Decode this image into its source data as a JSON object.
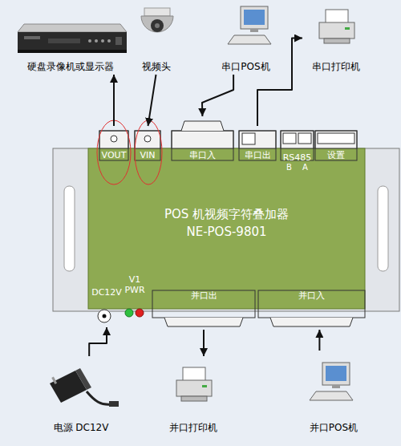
{
  "diagram": {
    "nodes": [
      {
        "text": [
          "硬盘录像机或显示器"
        ]
      },
      {
        "text": [
          "视频头"
        ]
      },
      {
        "text": [
          "串口POS机"
        ]
      },
      {
        "text": [
          "串口打印机"
        ]
      },
      {
        "text": [
          "POS 机视频字符叠加器",
          "NE-POS-9801"
        ]
      },
      {
        "text": [
          "VOUT"
        ],
        "in": 4
      },
      {
        "text": [
          "VIN"
        ],
        "in": 4
      },
      {
        "text": [
          "串口入"
        ],
        "in": 4
      },
      {
        "text": [
          "串口出"
        ],
        "in": 4
      },
      {
        "text": [
          "RS485",
          "B A"
        ],
        "in": 4
      },
      {
        "text": [
          "设置"
        ],
        "in": 4
      },
      {
        "text": [
          "DC12V"
        ],
        "in": 4
      },
      {
        "text": [
          "V1 PWR"
        ],
        "in": 4
      },
      {
        "text": [
          "并口出"
        ],
        "in": 4
      },
      {
        "text": [
          "并口入"
        ],
        "in": 4
      },
      {
        "text": [
          "电源 DC12V"
        ]
      },
      {
        "text": [
          "并口打印机"
        ]
      },
      {
        "text": [
          "并口POS机"
        ]
      }
    ],
    "edges": [
      {
        "from": 5,
        "to": 0,
        "arrow": "to"
      },
      {
        "from": 1,
        "to": 6,
        "arrow": "to"
      },
      {
        "from": 2,
        "to": 7,
        "arrow": "to"
      },
      {
        "from": 8,
        "to": 3,
        "arrow": "to"
      },
      {
        "from": 15,
        "to": 11,
        "arrow": "to"
      },
      {
        "from": 13,
        "to": 16,
        "arrow": "to"
      },
      {
        "from": 17,
        "to": 14,
        "arrow": "to"
      }
    ]
  }
}
